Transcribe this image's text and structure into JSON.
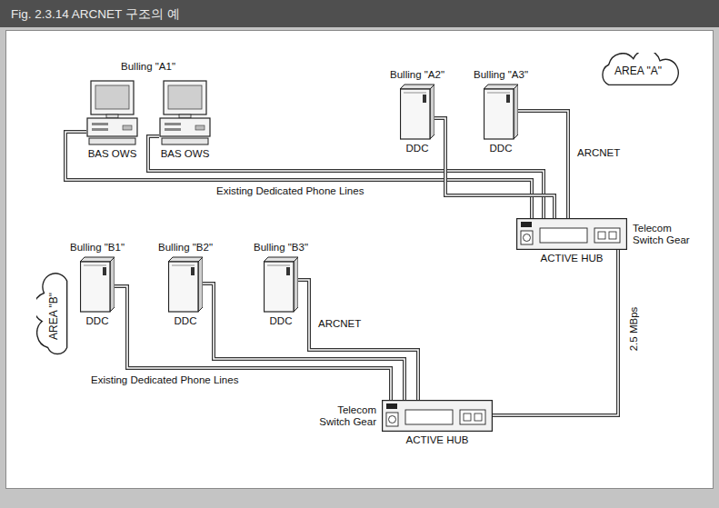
{
  "diagram": {
    "title": "Fig. 2.3.14 ARCNET 구조의 예",
    "nodes": [
      {
        "text": [
          "BAS OWS"
        ]
      },
      {
        "text": [
          "BAS OWS"
        ]
      },
      {
        "text": [
          "Bulling \"A2\"",
          "DDC"
        ]
      },
      {
        "text": [
          "Bulling \"A3\"",
          "DDC"
        ]
      },
      {
        "text": [
          "ACTIVE HUB",
          "Telecom Switch Gear"
        ]
      },
      {
        "text": [
          "Bulling \"B1\"",
          "DDC"
        ]
      },
      {
        "text": [
          "Bulling \"B2\"",
          "DDC"
        ]
      },
      {
        "text": [
          "Bulling \"B3\"",
          "DDC"
        ]
      },
      {
        "text": [
          "Telecom Switch Gear",
          "ACTIVE HUB"
        ]
      },
      {
        "text": [
          "AREA \"A\""
        ]
      },
      {
        "text": [
          "AREA \"B\""
        ]
      }
    ],
    "edges": [
      {
        "from": 0,
        "to": 4,
        "arrow": "none"
      },
      {
        "from": 1,
        "to": 4,
        "arrow": "none"
      },
      {
        "from": 2,
        "to": 4,
        "arrow": "none"
      },
      {
        "from": 3,
        "to": 4,
        "label": "ARCNET",
        "arrow": "none"
      },
      {
        "from": 5,
        "to": 8,
        "arrow": "none"
      },
      {
        "from": 6,
        "to": 8,
        "arrow": "none"
      },
      {
        "from": 7,
        "to": 8,
        "label": "ARCNET",
        "arrow": "none"
      },
      {
        "from": 4,
        "to": 8,
        "label": "2.5 MBps",
        "arrow": "none"
      }
    ],
    "labels": [
      "Bulling \"A1\"",
      "Existing Dedicated Phone Lines",
      "Existing Dedicated Phone Lines"
    ]
  }
}
